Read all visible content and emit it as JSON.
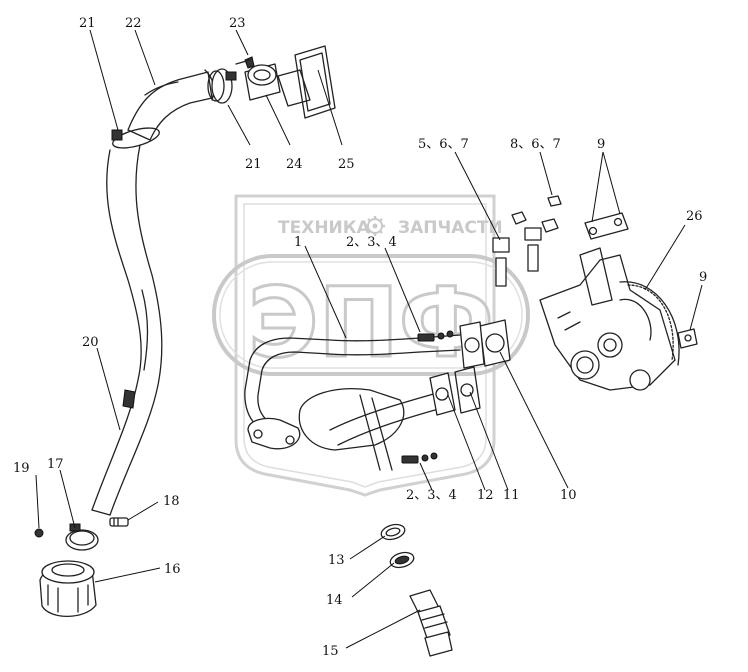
{
  "diagram": {
    "watermark": {
      "line1_left": "ТЕХНИКА",
      "line1_right": "ЗАПЧАСТИ",
      "line2": "ЭПФ"
    },
    "callouts": [
      {
        "id": "c21a",
        "label": "21"
      },
      {
        "id": "c22",
        "label": "22"
      },
      {
        "id": "c23",
        "label": "23"
      },
      {
        "id": "c21b",
        "label": "21"
      },
      {
        "id": "c24",
        "label": "24"
      },
      {
        "id": "c25",
        "label": "25"
      },
      {
        "id": "c567",
        "label": "5、6、7"
      },
      {
        "id": "c867",
        "label": "8、6、7"
      },
      {
        "id": "c9a",
        "label": "9"
      },
      {
        "id": "c26",
        "label": "26"
      },
      {
        "id": "c9b",
        "label": "9"
      },
      {
        "id": "c1",
        "label": "1"
      },
      {
        "id": "c234a",
        "label": "2、3、4"
      },
      {
        "id": "c20",
        "label": "20"
      },
      {
        "id": "c10",
        "label": "10"
      },
      {
        "id": "c11",
        "label": "11"
      },
      {
        "id": "c12",
        "label": "12"
      },
      {
        "id": "c234b",
        "label": "2、3、4"
      },
      {
        "id": "c19",
        "label": "19"
      },
      {
        "id": "c17",
        "label": "17"
      },
      {
        "id": "c18",
        "label": "18"
      },
      {
        "id": "c16",
        "label": "16"
      },
      {
        "id": "c13",
        "label": "13"
      },
      {
        "id": "c14",
        "label": "14"
      },
      {
        "id": "c15",
        "label": "15"
      }
    ]
  }
}
